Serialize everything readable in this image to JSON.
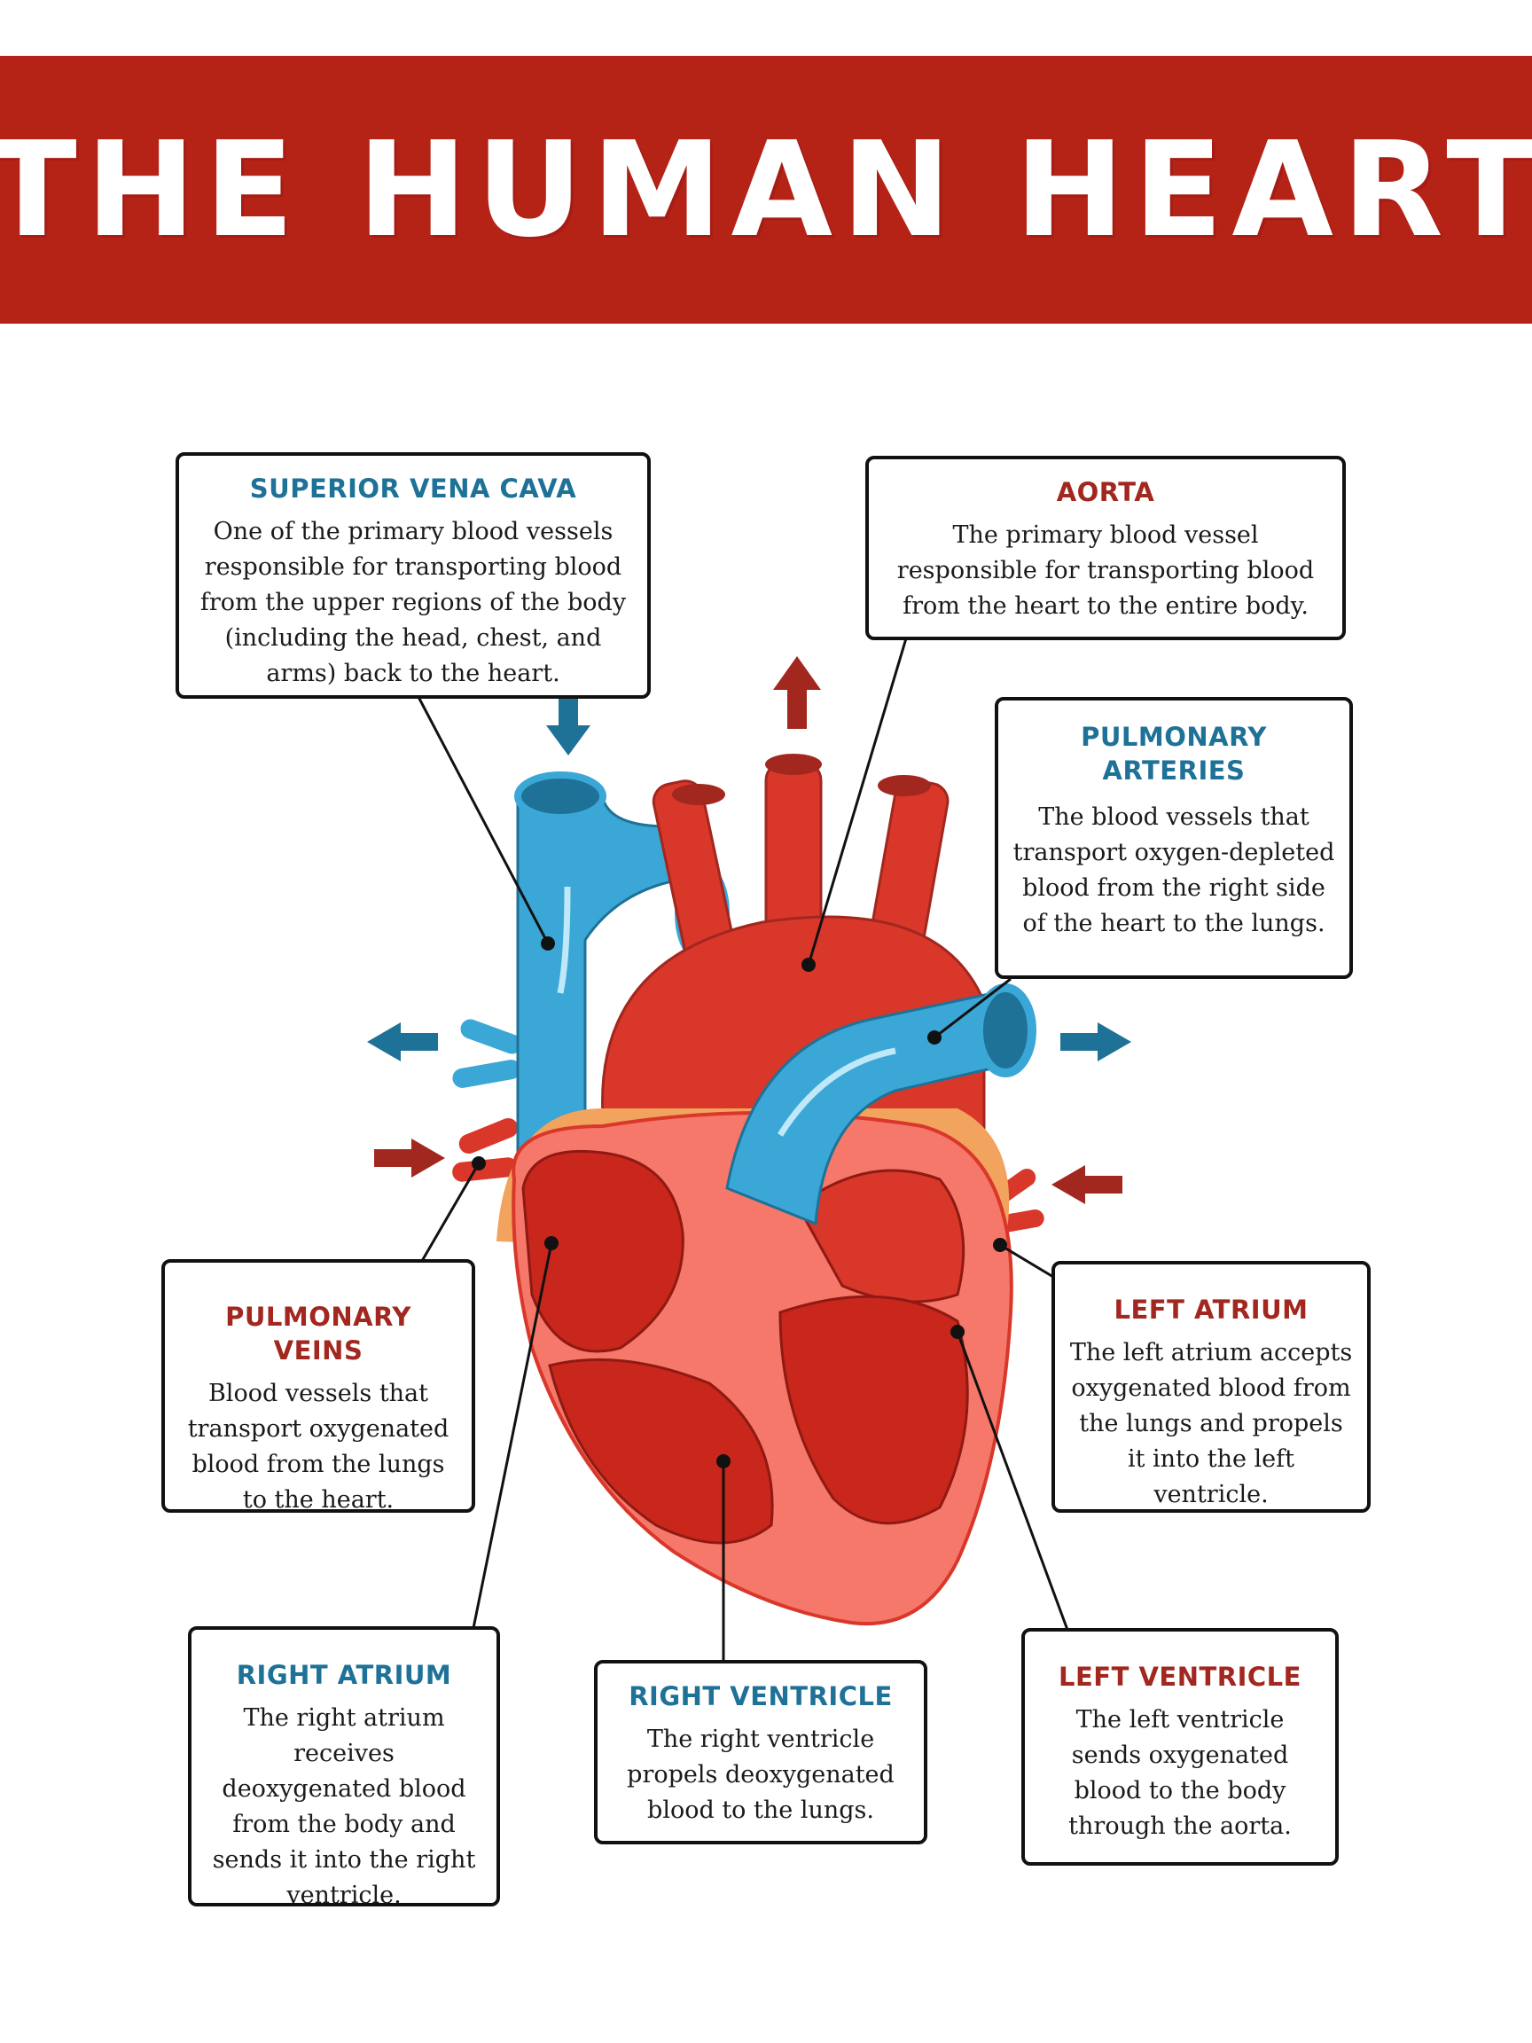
{
  "title": "THE HUMAN HEART",
  "colors": {
    "banner": "#b52317",
    "label_blue": "#1e7197",
    "label_red": "#a1271f",
    "vessel_blue": "#3ba7d6",
    "heart_red": "#d9372a"
  },
  "labels": {
    "superior_vena_cava": {
      "title": "SUPERIOR VENA CAVA",
      "text": "One of the primary blood vessels responsible for transporting blood from the upper regions of the body (including the head, chest, and arms) back to the heart."
    },
    "aorta": {
      "title": "AORTA",
      "text": "The primary blood vessel responsible for transporting blood from the heart to the entire body."
    },
    "pulmonary_arteries": {
      "title": "PULMONARY ARTERIES",
      "text": "The blood vessels that transport oxygen-depleted blood from the right side of the heart to the lungs."
    },
    "pulmonary_veins": {
      "title": "PULMONARY VEINS",
      "text": "Blood vessels that transport oxygenated blood from the lungs to the heart."
    },
    "left_atrium": {
      "title": "LEFT ATRIUM",
      "text": "The left atrium accepts oxygenated blood from the lungs and propels it into the left ventricle."
    },
    "right_atrium": {
      "title": "RIGHT ATRIUM",
      "text": "The right atrium receives deoxygenated blood from the body and sends it into the right ventricle."
    },
    "right_ventricle": {
      "title": "RIGHT VENTRICLE",
      "text": "The right ventricle propels deoxygenated blood to the lungs."
    },
    "left_ventricle": {
      "title": "LEFT VENTRICLE",
      "text": "The left ventricle sends oxygenated blood to the body through the aorta."
    }
  }
}
